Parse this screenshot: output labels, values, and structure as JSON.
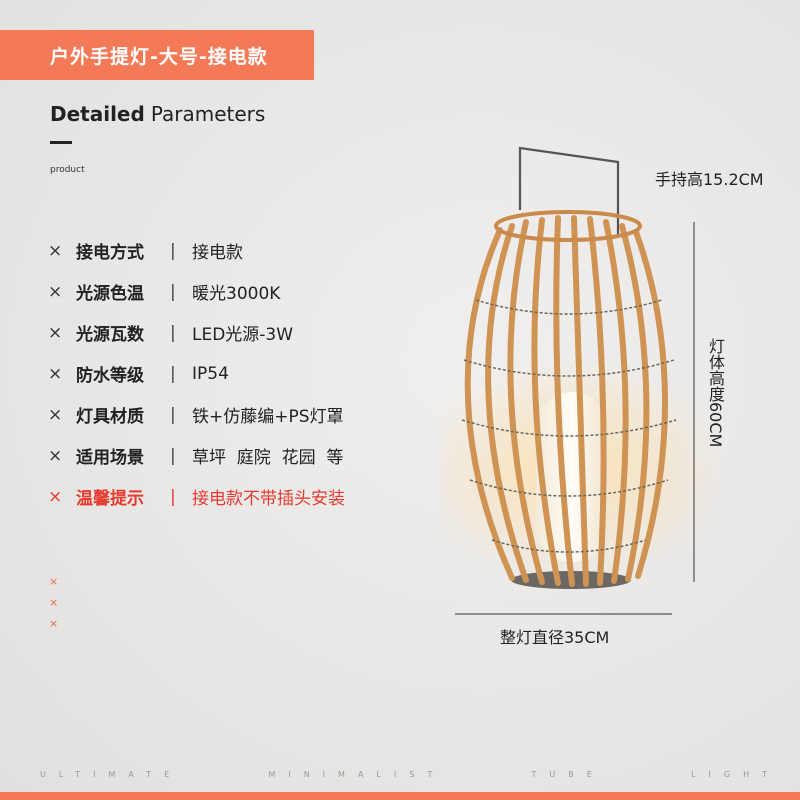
{
  "banner": {
    "title": "户外手提灯-大号-接电款"
  },
  "heading": {
    "bold": "Detailed",
    "light": "Parameters",
    "sub": "product"
  },
  "params": [
    {
      "mark": "×",
      "name": "接电方式",
      "sep": "|",
      "value": "接电款"
    },
    {
      "mark": "×",
      "name": "光源色温",
      "sep": "|",
      "value": "暖光3000K"
    },
    {
      "mark": "×",
      "name": "光源瓦数",
      "sep": "|",
      "value": "LED光源-3W"
    },
    {
      "mark": "×",
      "name": "防水等级",
      "sep": "|",
      "value": "IP54"
    },
    {
      "mark": "×",
      "name": "灯具材质",
      "sep": "|",
      "value": "铁+仿藤编+PS灯罩"
    },
    {
      "mark": "×",
      "name": "适用场景",
      "sep": "|",
      "value": "草坪  庭院  花园  等"
    },
    {
      "mark": "×",
      "name": "温馨提示",
      "sep": "|",
      "value": "接电款不带插头安装"
    }
  ],
  "small_marks": [
    "×",
    "×",
    "×"
  ],
  "dimensions": {
    "handle": "手持高15.2CM",
    "height": "灯体高度60CM",
    "width": "整灯直径35CM"
  },
  "footer": {
    "words": [
      "ULTIMATE",
      "MINIMALIST",
      "TUBE",
      "LIGHT"
    ]
  },
  "colors": {
    "accent": "#f47a57",
    "warning": "#e53a2f",
    "rattan": "#d69a5c",
    "glow": "#fff3dc"
  }
}
